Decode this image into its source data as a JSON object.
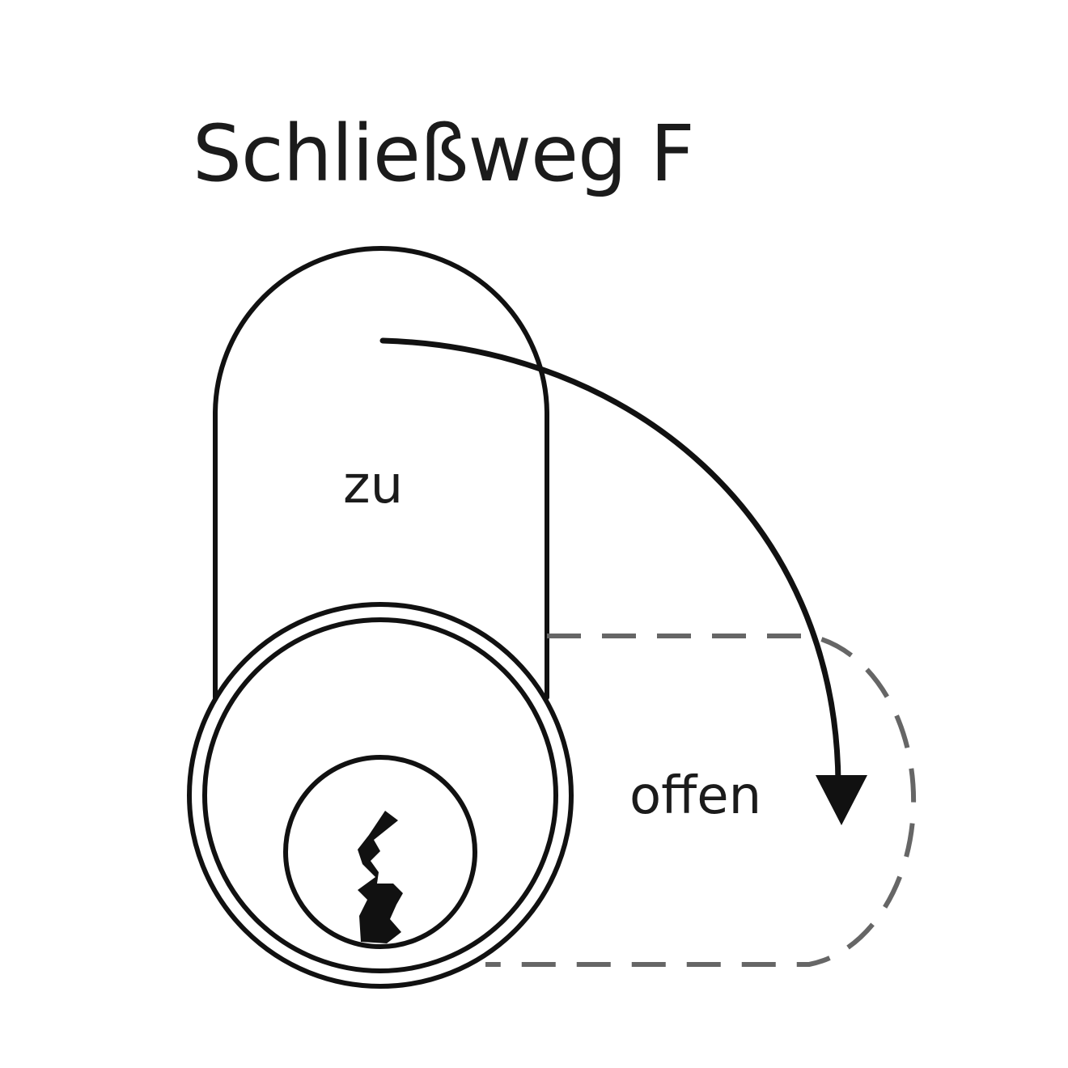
{
  "diagram": {
    "title": "Schließweg F",
    "labels": {
      "closed": "zu",
      "open": "offen"
    },
    "icons": {
      "cylinder_lock": "cylinder-lock-icon",
      "keyway": "keyway-icon",
      "rotation_arrow": "rotation-arrow-icon"
    },
    "colors": {
      "line": "#111111",
      "dashed": "#666666",
      "background": "#ffffff"
    }
  }
}
